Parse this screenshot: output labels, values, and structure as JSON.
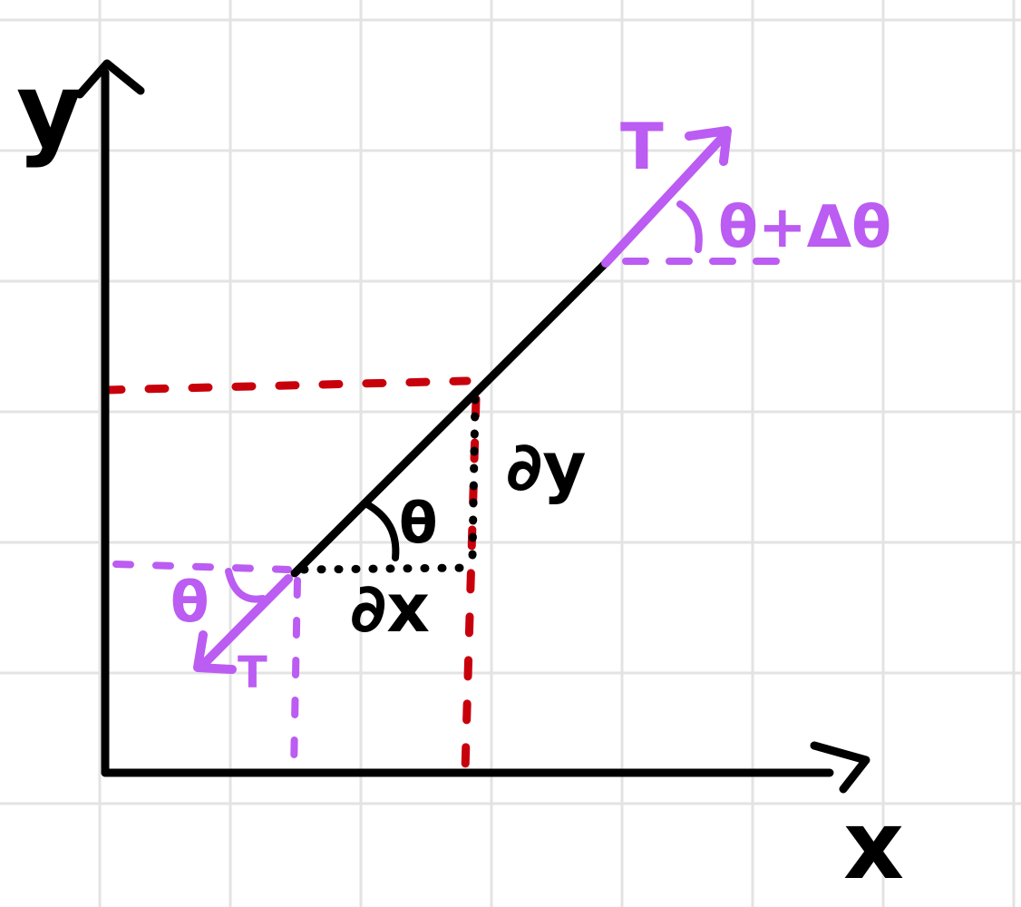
{
  "colors": {
    "ink": "#000000",
    "guide_red": "#c8000b",
    "tension_purple": "#bb5cf2",
    "grid": "#e3e3e3",
    "background": "#ffffff"
  },
  "labels": {
    "y_axis": "y",
    "x_axis": "x",
    "tension_top": "T",
    "tension_bottom": "T",
    "angle_top": "θ+Δθ",
    "angle_bottom": "θ",
    "angle_mid": "θ",
    "dx": "∂x",
    "dy": "∂y"
  }
}
